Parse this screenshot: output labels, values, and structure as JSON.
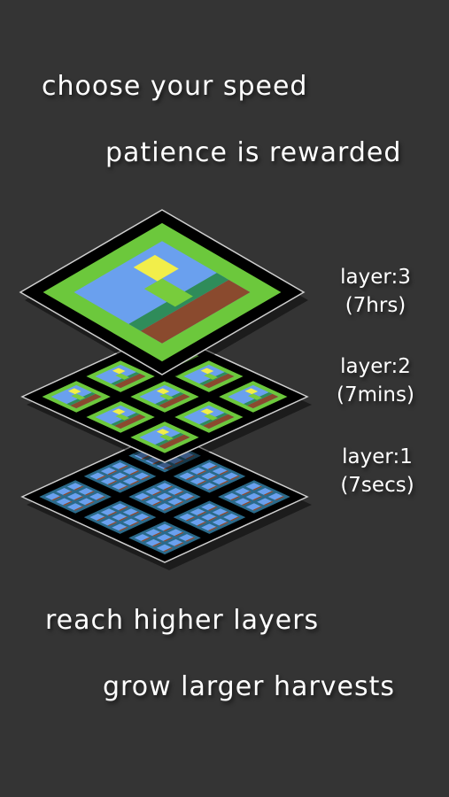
{
  "captions": {
    "top_line_1": "choose your speed",
    "top_line_2": "patience is rewarded",
    "bottom_line_1": "reach higher layers",
    "bottom_line_2": "grow larger harvests"
  },
  "layers": [
    {
      "level": 3,
      "name": "layer:3",
      "speed": "(7hrs)"
    },
    {
      "level": 2,
      "name": "layer:2",
      "speed": "(7mins)"
    },
    {
      "level": 1,
      "name": "layer:1",
      "speed": "(7secs)"
    }
  ],
  "colors": {
    "background": "#343434",
    "plate": "#000000",
    "plate_edge": "#cfcfcf",
    "grass": "#6cc83c",
    "water": "#6aa0ee",
    "soil": "#8a4a2e",
    "crop_row": "#2f8c5a",
    "sprout": "#78cc3c",
    "sprout_tip": "#f2ee4a"
  }
}
